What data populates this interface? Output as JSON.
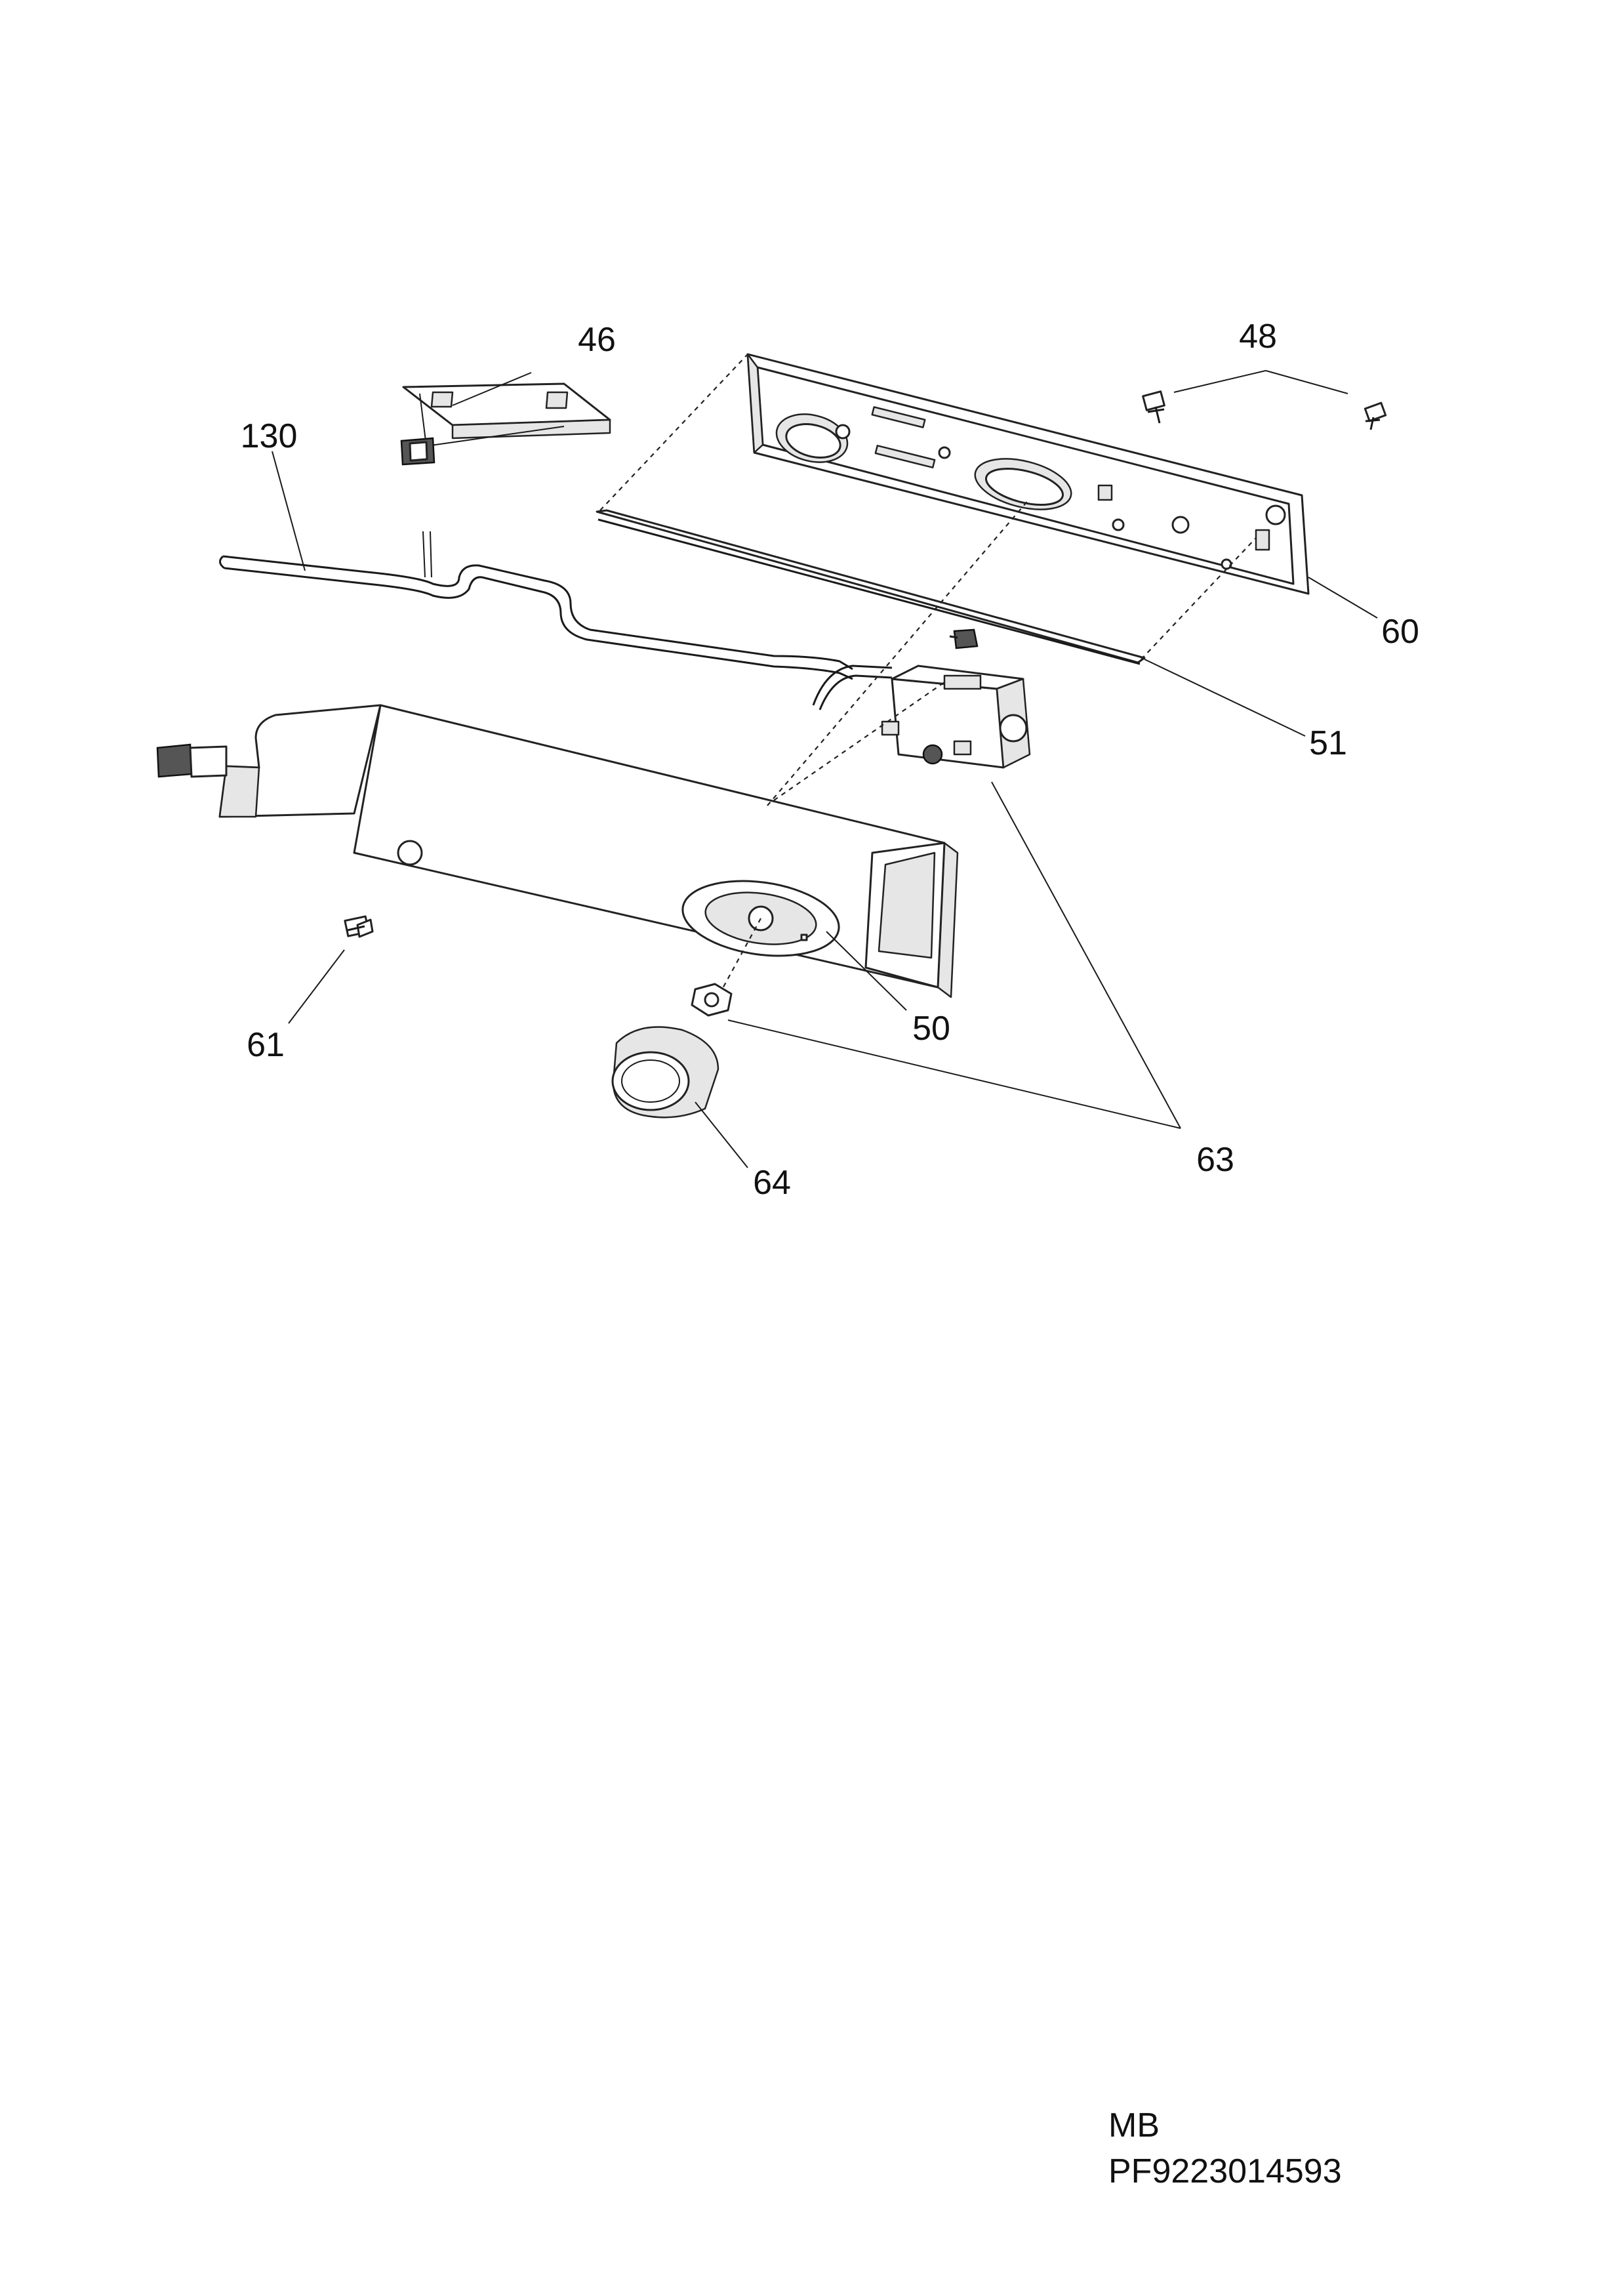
{
  "callouts": [
    {
      "id": "46",
      "text": "46"
    },
    {
      "id": "48",
      "text": "48"
    },
    {
      "id": "130",
      "text": "130"
    },
    {
      "id": "60",
      "text": "60"
    },
    {
      "id": "51",
      "text": "51"
    },
    {
      "id": "61",
      "text": "61"
    },
    {
      "id": "50",
      "text": "50"
    },
    {
      "id": "63",
      "text": "63"
    },
    {
      "id": "64",
      "text": "64"
    }
  ],
  "footer": {
    "line1": "MB",
    "line2": "PF9223014593"
  }
}
